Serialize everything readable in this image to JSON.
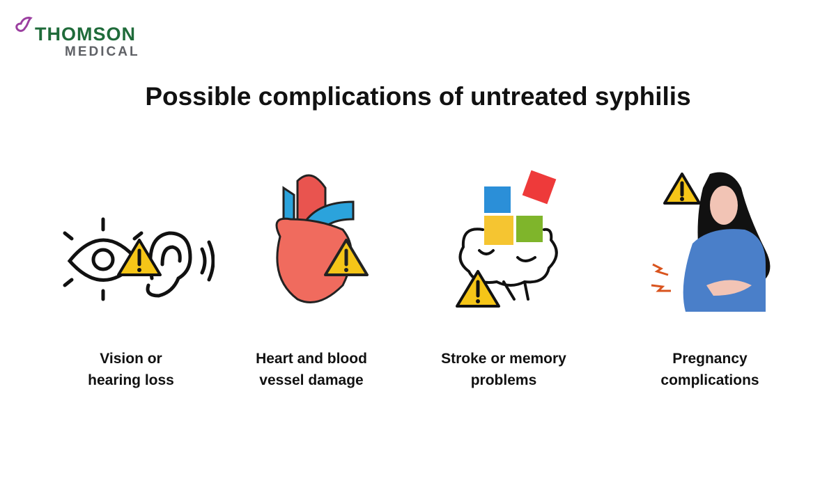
{
  "logo": {
    "line1": "THOMSON",
    "line2": "MEDICAL",
    "brand_green": "#1f6b3a",
    "brand_purple": "#9b3fa0"
  },
  "title": "Possible complications of untreated syphilis",
  "items": [
    {
      "label": "Vision or\nhearing loss",
      "icon": "eye-ear-warning-icon"
    },
    {
      "label": "Heart and blood\nvessel damage",
      "icon": "heart-warning-icon"
    },
    {
      "label": "Stroke or memory\nproblems",
      "icon": "brain-puzzle-warning-icon"
    },
    {
      "label": "Pregnancy\ncomplications",
      "icon": "pregnant-woman-warning-icon"
    }
  ]
}
